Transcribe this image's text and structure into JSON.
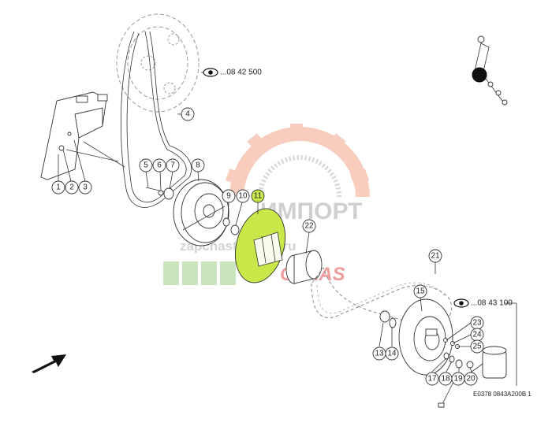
{
  "callouts": [
    {
      "id": "1",
      "label": "1"
    },
    {
      "id": "2",
      "label": "2"
    },
    {
      "id": "3",
      "label": "3"
    },
    {
      "id": "4",
      "label": "4"
    },
    {
      "id": "5",
      "label": "5"
    },
    {
      "id": "6",
      "label": "6"
    },
    {
      "id": "7",
      "label": "7"
    },
    {
      "id": "8",
      "label": "8"
    },
    {
      "id": "9",
      "label": "9"
    },
    {
      "id": "10",
      "label": "10"
    },
    {
      "id": "11",
      "label": "11",
      "highlighted": true
    },
    {
      "id": "13",
      "label": "13"
    },
    {
      "id": "14",
      "label": "14"
    },
    {
      "id": "15",
      "label": "15"
    },
    {
      "id": "17",
      "label": "17"
    },
    {
      "id": "18",
      "label": "18"
    },
    {
      "id": "19",
      "label": "19"
    },
    {
      "id": "20",
      "label": "20"
    },
    {
      "id": "21",
      "label": "21"
    },
    {
      "id": "22",
      "label": "22"
    },
    {
      "id": "23",
      "label": "23"
    },
    {
      "id": "24",
      "label": "24"
    },
    {
      "id": "25",
      "label": "25"
    }
  ],
  "references": [
    {
      "id": "ref-top",
      "label": "...08 42 500",
      "icon": "eye-icon"
    },
    {
      "id": "ref-right",
      "label": "...08 43 100",
      "icon": "eye-icon"
    }
  ],
  "drawing_code": "E0378 0843A200B 1",
  "watermark": {
    "brand": "ИМПОРТ",
    "site": "zapchasti-claas.ru",
    "logo": "CLAAS"
  },
  "colors": {
    "highlight": "#c8e84a",
    "watermark_gear": "#f4a58a",
    "watermark_text": "#b8b8b8",
    "watermark_red": "#e35050",
    "watermark_green": "#9fd08a"
  }
}
